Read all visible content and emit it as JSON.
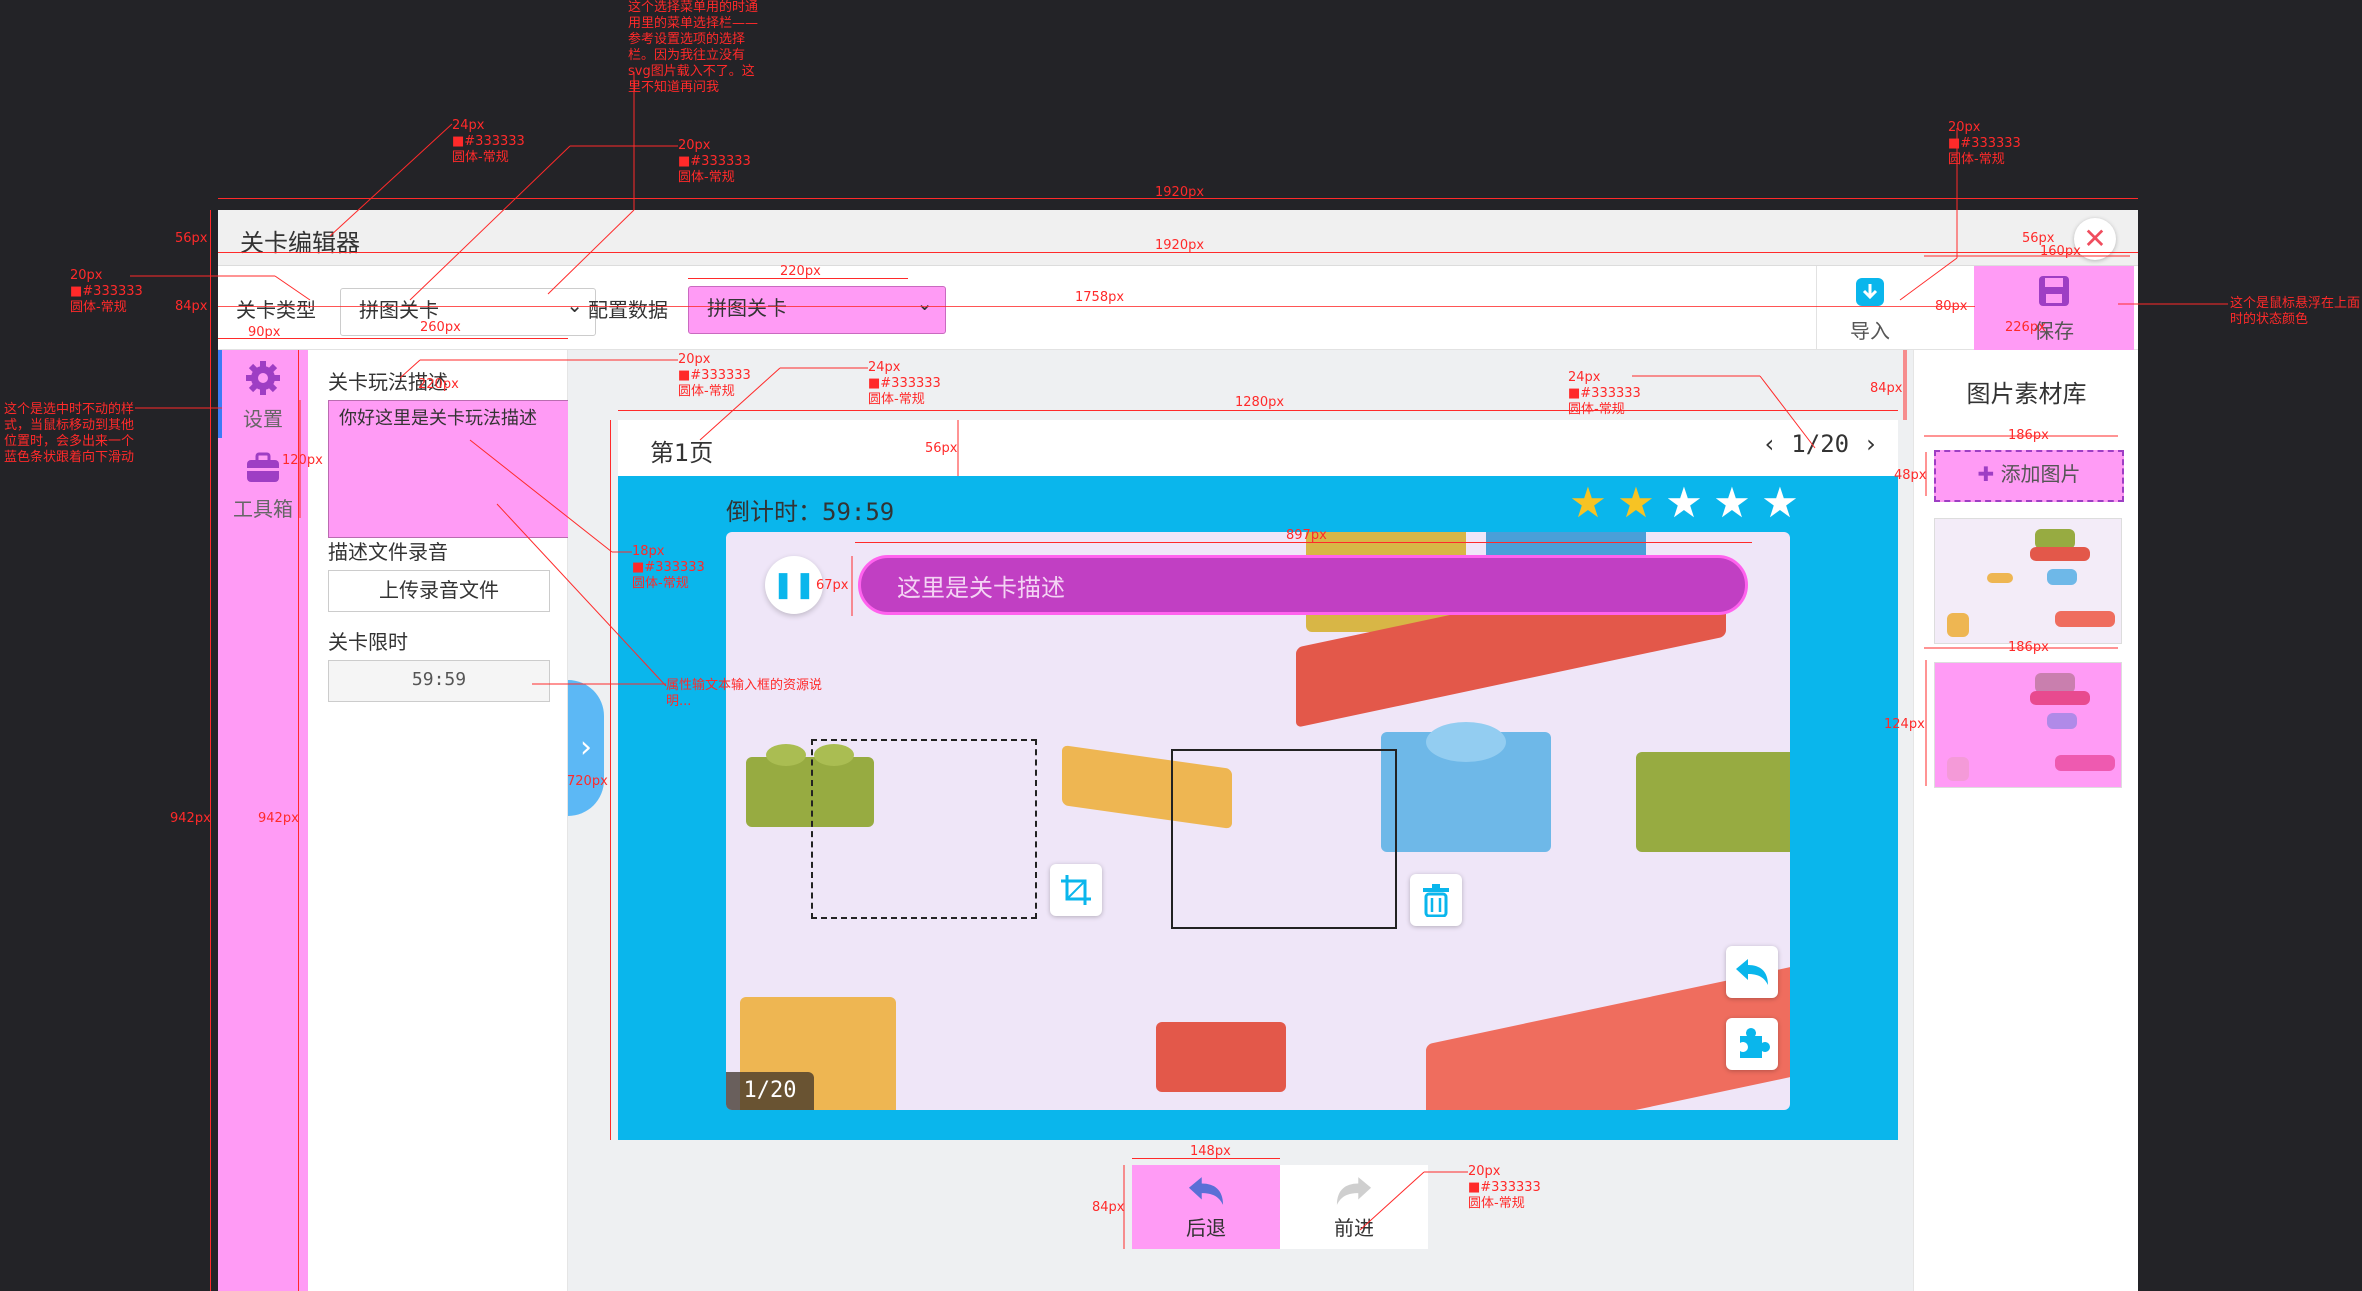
{
  "window": {
    "title": "关卡编辑器",
    "close_label": "✕"
  },
  "toolbar": {
    "level_type_label": "关卡类型",
    "level_type_value": "拼图关卡",
    "config_label": "配置数据",
    "config_value": "拼图关卡",
    "import_label": "导入",
    "save_label": "保存"
  },
  "sidebar": {
    "items": [
      {
        "label": "设置"
      },
      {
        "label": "工具箱"
      }
    ]
  },
  "props": {
    "desc_label": "关卡玩法描述",
    "desc_value": "你好这里是关卡玩法描述",
    "audio_label": "描述文件录音",
    "upload_label": "上传录音文件",
    "time_limit_label": "关卡限时",
    "time_limit_value": "59:59"
  },
  "canvas": {
    "page_title": "第1页",
    "pager_text": "1/20",
    "countdown": "倒计时：59:59",
    "stars_filled": 2,
    "stars_total": 5,
    "desc_bar_text": "这里是关卡描述",
    "page_badge": "1/20"
  },
  "nav": {
    "back_label": "后退",
    "forward_label": "前进"
  },
  "right_panel": {
    "title": "图片素材库",
    "add_label": "添加图片"
  },
  "annotations": {
    "a_title": [
      "24px",
      "■#333333",
      "圆体-常规"
    ],
    "a_select": [
      "20px",
      "■#333333",
      "圆体-常规"
    ],
    "a_select_note": "这个选择菜单用的时通用里的菜单选择栏——参考设置选项的选择栏。因为我往立没有svg图片载入不了。这里不知道再问我",
    "a_save": [
      "20px",
      "■#333333",
      "圆体-常规"
    ],
    "a_save_note": "这个是鼠标悬浮在上面时的状态颜色",
    "a_type": [
      "20px",
      "■#333333",
      "圆体-常规"
    ],
    "a_side_note": "这个是选中时不动的样式，当鼠标移动到其他位置时，会多出来一个蓝色条状跟着向下滑动",
    "a_desc_label": [
      "20px",
      "■#333333",
      "圆体-常规"
    ],
    "a_desc_input": [
      "18px",
      "■#333333",
      "圆体-常规"
    ],
    "a_page": [
      "24px",
      "■#333333",
      "圆体-常规"
    ],
    "a_pager": [
      "24px",
      "■#333333",
      "圆体-常规"
    ],
    "a_res_note": "属性输文本输入框的资源说明...",
    "a_nav": [
      "20px",
      "■#333333",
      "圆体-常规"
    ],
    "dims": {
      "d1920a": "1920px",
      "d1920b": "1920px",
      "d56": "56px",
      "d84": "84px",
      "d90": "90px",
      "d260": "260px",
      "d220": "220px",
      "d1758": "1758px",
      "d160": "160px",
      "d56b": "56px",
      "d80": "80px",
      "d226": "226px",
      "d942a": "942px",
      "d942b": "942px",
      "d120": "120px",
      "d220b": "220px",
      "d84r": "84px",
      "d1280": "1280px",
      "d56c": "56px",
      "d897": "897px",
      "d67": "67px",
      "d720": "720px",
      "d186a": "186px",
      "d48": "48px",
      "d186b": "186px",
      "d124": "124px",
      "d148": "148px",
      "d84n": "84px"
    }
  },
  "colors": {
    "accent_blue": "#0ab6ec",
    "pink_highlight": "#ff9bf5",
    "spec_red": "#ff2a2a",
    "star_gold": "#f7c324"
  }
}
